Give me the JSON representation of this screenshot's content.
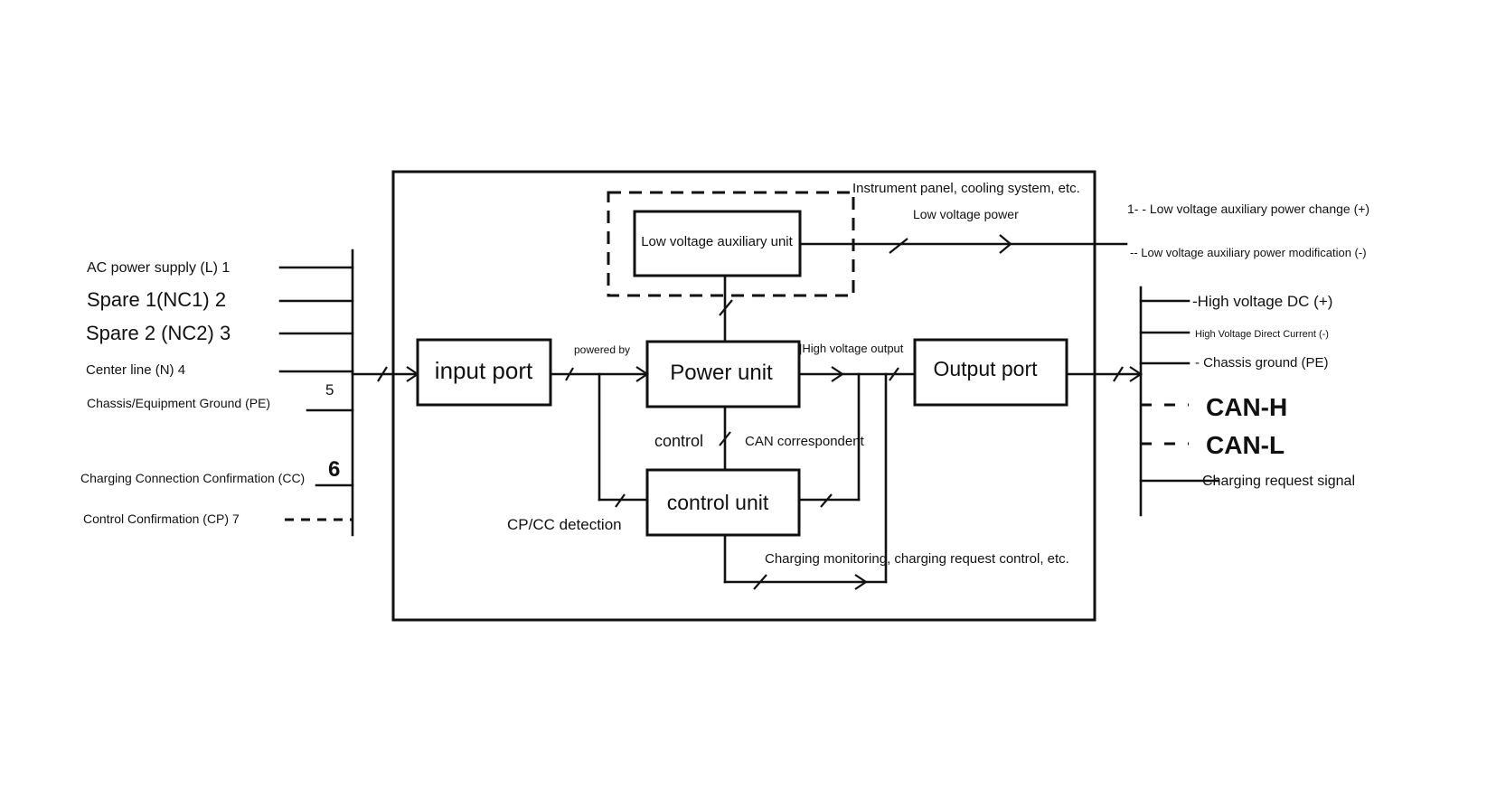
{
  "blocks": {
    "input_port": "input port",
    "power_unit": "Power unit",
    "control_unit": "control unit",
    "output_port": "Output port",
    "lv_aux_unit": "Low voltage auxiliary unit"
  },
  "annotations": {
    "instrument_panel": "Instrument panel, cooling system, etc.",
    "low_voltage_power": "Low voltage power",
    "powered_by": "powered by",
    "high_voltage_output": "|High voltage output",
    "control": "control",
    "can_correspondent": "CAN correspondent",
    "cp_cc_detection": "CP/CC detection",
    "charging_monitoring": "Charging monitoring, charging request control, etc."
  },
  "input_pins": [
    "AC power supply (L) 1",
    "Spare 1(NC1) 2",
    "Spare 2 (NC2) 3",
    "Center line (N) 4",
    "5",
    "Chassis/Equipment Ground (PE)",
    "6",
    "Charging Connection Confirmation (CC)",
    "Control Confirmation (CP) 7"
  ],
  "lv_outputs": [
    "1- - Low voltage auxiliary power change (+)",
    "-- Low voltage auxiliary power modification (-)"
  ],
  "dc_outputs": [
    "-High voltage DC (+)",
    "High Voltage Direct Current (-)",
    "- Chassis ground (PE)",
    "CAN-H",
    "CAN-L",
    "Charging request signal"
  ]
}
